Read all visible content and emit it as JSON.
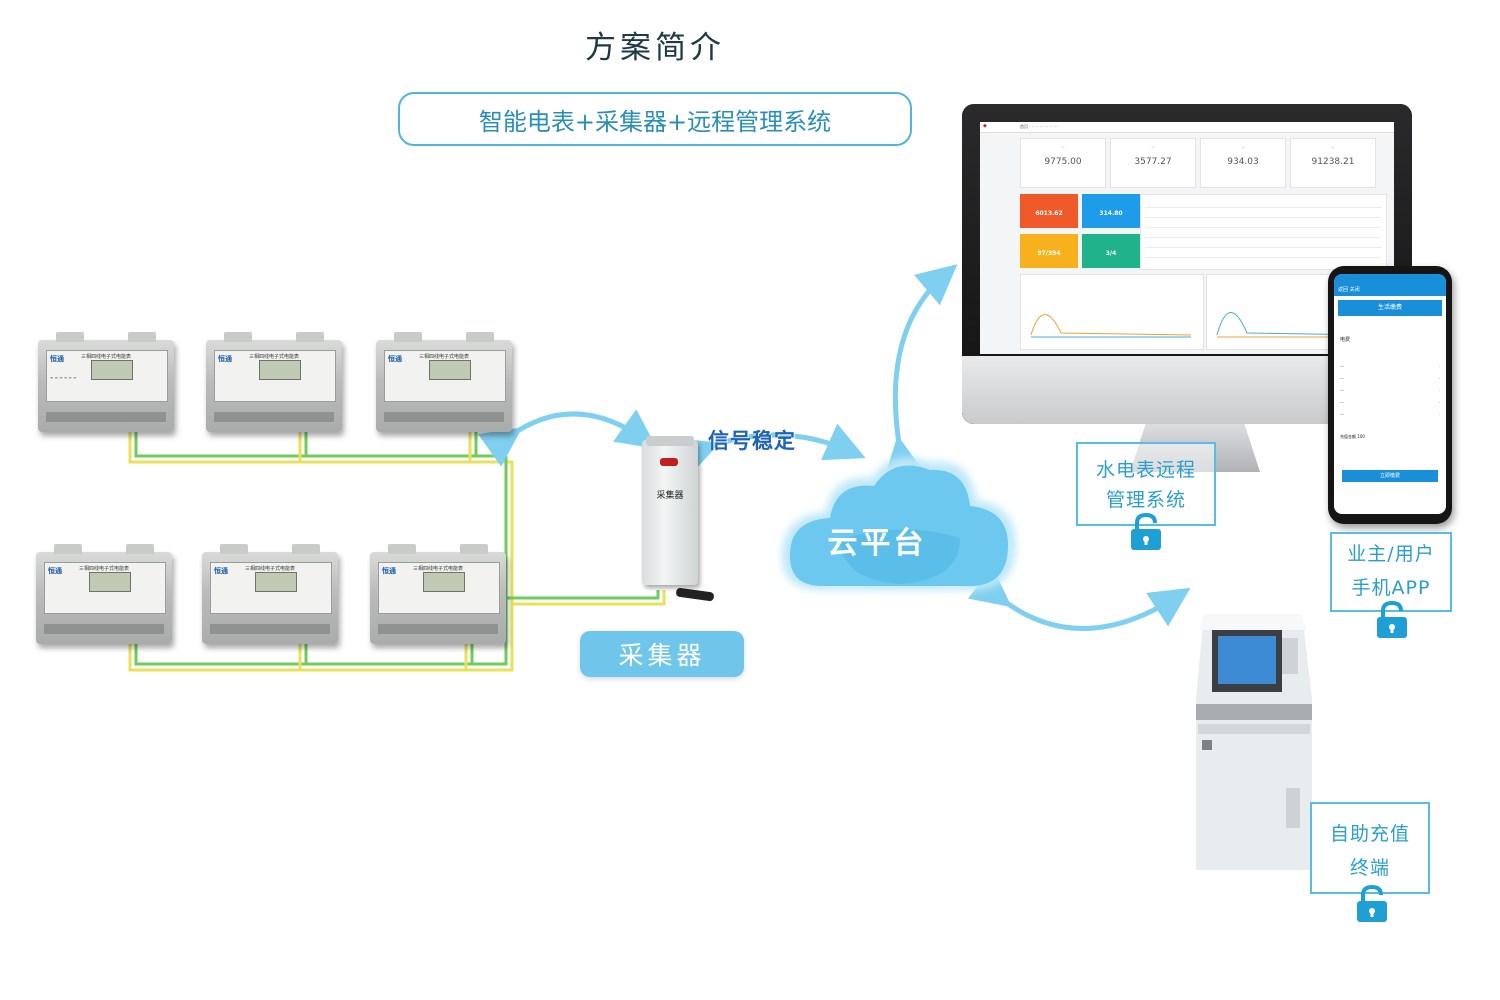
{
  "title": "方案简介",
  "subtitle": "智能电表+采集器+远程管理系统",
  "labels": {
    "signal": "信号稳定",
    "cloud": "云平台",
    "collector_pill": "采集器",
    "collector_device_text": "采集器",
    "management_system_line1": "水电表远程",
    "management_system_line2": "管理系统",
    "mobile_app_line1": "业主/用户",
    "mobile_app_line2": "手机APP",
    "kiosk_line1": "自助充值",
    "kiosk_line2": "终端"
  },
  "meter": {
    "brand": "恒通",
    "label": "三相四线电子式电能表"
  },
  "dashboard": {
    "stats": [
      "9775.00",
      "3577.27",
      "934.03",
      "91238.21"
    ],
    "cards": [
      "6013.62",
      "314.80",
      "97/394",
      "3/4"
    ]
  },
  "phone": {
    "header": "返回 关闭",
    "banner": "生活缴费",
    "item": "电费",
    "btn": "立即缴费",
    "amount_label": "充值金额",
    "amount": "100"
  },
  "colors": {
    "accent": "#4fb6d8",
    "cloud": "#6cc8ee",
    "wire_yellow": "#e7e25a",
    "wire_green": "#6fce5a"
  },
  "icons": [
    "lock-icon",
    "arrow-icon",
    "cloud-icon"
  ]
}
